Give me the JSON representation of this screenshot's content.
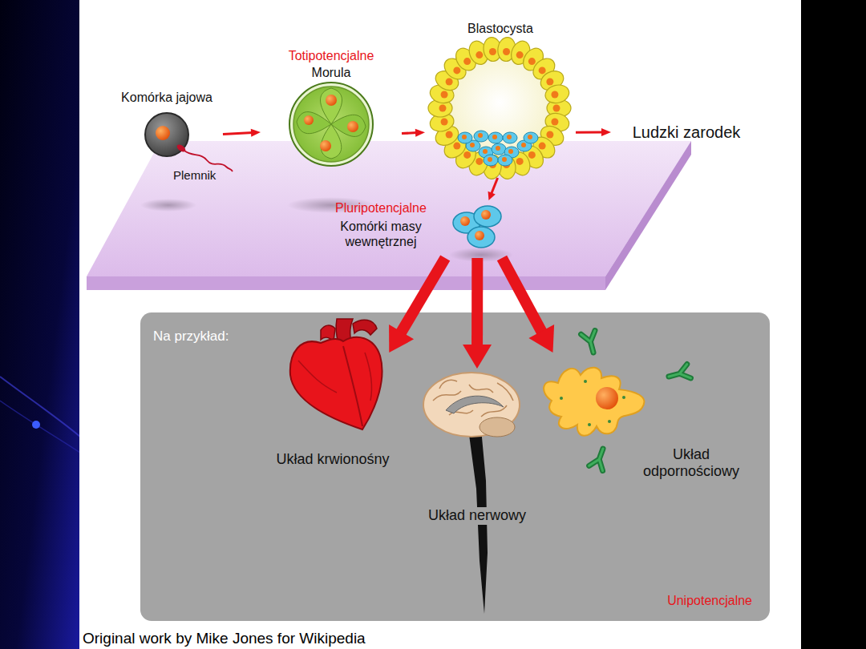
{
  "diagram": {
    "caption": "Original work by Mike Jones for Wikipedia",
    "nodes": [
      {
        "text": [
          "Komórka jajowa"
        ]
      },
      {
        "text": [
          "Totipotencjalne",
          "Morula"
        ]
      },
      {
        "text": [
          "Blastocysta"
        ]
      },
      {
        "text": [
          "Ludzki zarodek"
        ]
      },
      {
        "text": [
          "Pluripotencjalne",
          "Komórki masy wewnętrznej"
        ]
      },
      {
        "text": [
          "Na przykład:",
          "Unipotencjalne"
        ]
      },
      {
        "text": [
          "Układ krwionośny"
        ],
        "in": 5
      },
      {
        "text": [
          "Układ nerwowy"
        ],
        "in": 5
      },
      {
        "text": [
          "Układ odpornościowy"
        ],
        "in": 5
      }
    ],
    "edges": [
      {
        "from": 0,
        "to": 1,
        "arrow": "to"
      },
      {
        "from": 1,
        "to": 2,
        "arrow": "to"
      },
      {
        "from": 2,
        "to": 3,
        "arrow": "to"
      },
      {
        "from": 2,
        "to": 4,
        "arrow": "to"
      },
      {
        "from": 4,
        "to": 6,
        "arrow": "to"
      },
      {
        "from": 4,
        "to": 7,
        "arrow": "to"
      },
      {
        "from": 4,
        "to": 8,
        "arrow": "to"
      }
    ],
    "labels": [
      "Plemnik"
    ]
  }
}
